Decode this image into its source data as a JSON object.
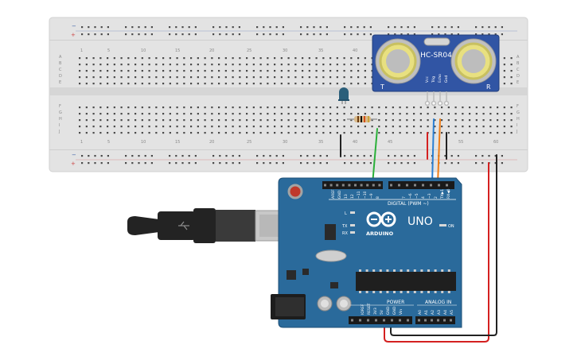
{
  "breadboard": {
    "rail_minus": "−",
    "rail_plus": "+",
    "column_numbers": [
      "1",
      "5",
      "10",
      "15",
      "20",
      "25",
      "30",
      "35",
      "40",
      "45",
      "50",
      "55",
      "60"
    ],
    "row_letters_top": [
      "A",
      "B",
      "C",
      "D",
      "E"
    ],
    "row_letters_bottom": [
      "F",
      "G",
      "H",
      "I",
      "J"
    ]
  },
  "sensor": {
    "model": "HC-SR04",
    "left_marker": "T",
    "right_marker": "R",
    "pins": [
      "Vcc",
      "Trig",
      "Echo",
      "Gnd"
    ]
  },
  "arduino": {
    "model": "UNO",
    "brand": "ARDUINO",
    "digital_label": "DIGITAL (PWM ~)",
    "power_label": "POWER",
    "analog_label": "ANALOG IN",
    "tx_label": "TX",
    "rx_label": "RX",
    "l_label": "L",
    "on_label": "ON",
    "header_top_labels": [
      "AREF",
      "GND",
      "13",
      "12",
      "~11",
      "~10",
      "~9",
      "8",
      "7",
      "~6",
      "~5",
      "4",
      "~3",
      "2",
      "TX▶1",
      "RX◀0"
    ],
    "power_pin_labels": [
      "IOREF",
      "RESET",
      "3V3",
      "5V",
      "GND",
      "GND",
      "Vin"
    ],
    "analog_pin_labels": [
      "A0",
      "A1",
      "A2",
      "A3",
      "A4",
      "A5"
    ]
  },
  "colors": {
    "breadboard": "#e3e3e3",
    "board": "#2a6a9b",
    "wire_red": "#d42020",
    "wire_black": "#222222",
    "wire_green": "#2bb03a",
    "wire_blue": "#2a7fd4",
    "wire_orange": "#f07c14"
  },
  "icons": [
    "usb-cable-icon",
    "led-icon",
    "resistor-icon",
    "reset-button-icon"
  ]
}
